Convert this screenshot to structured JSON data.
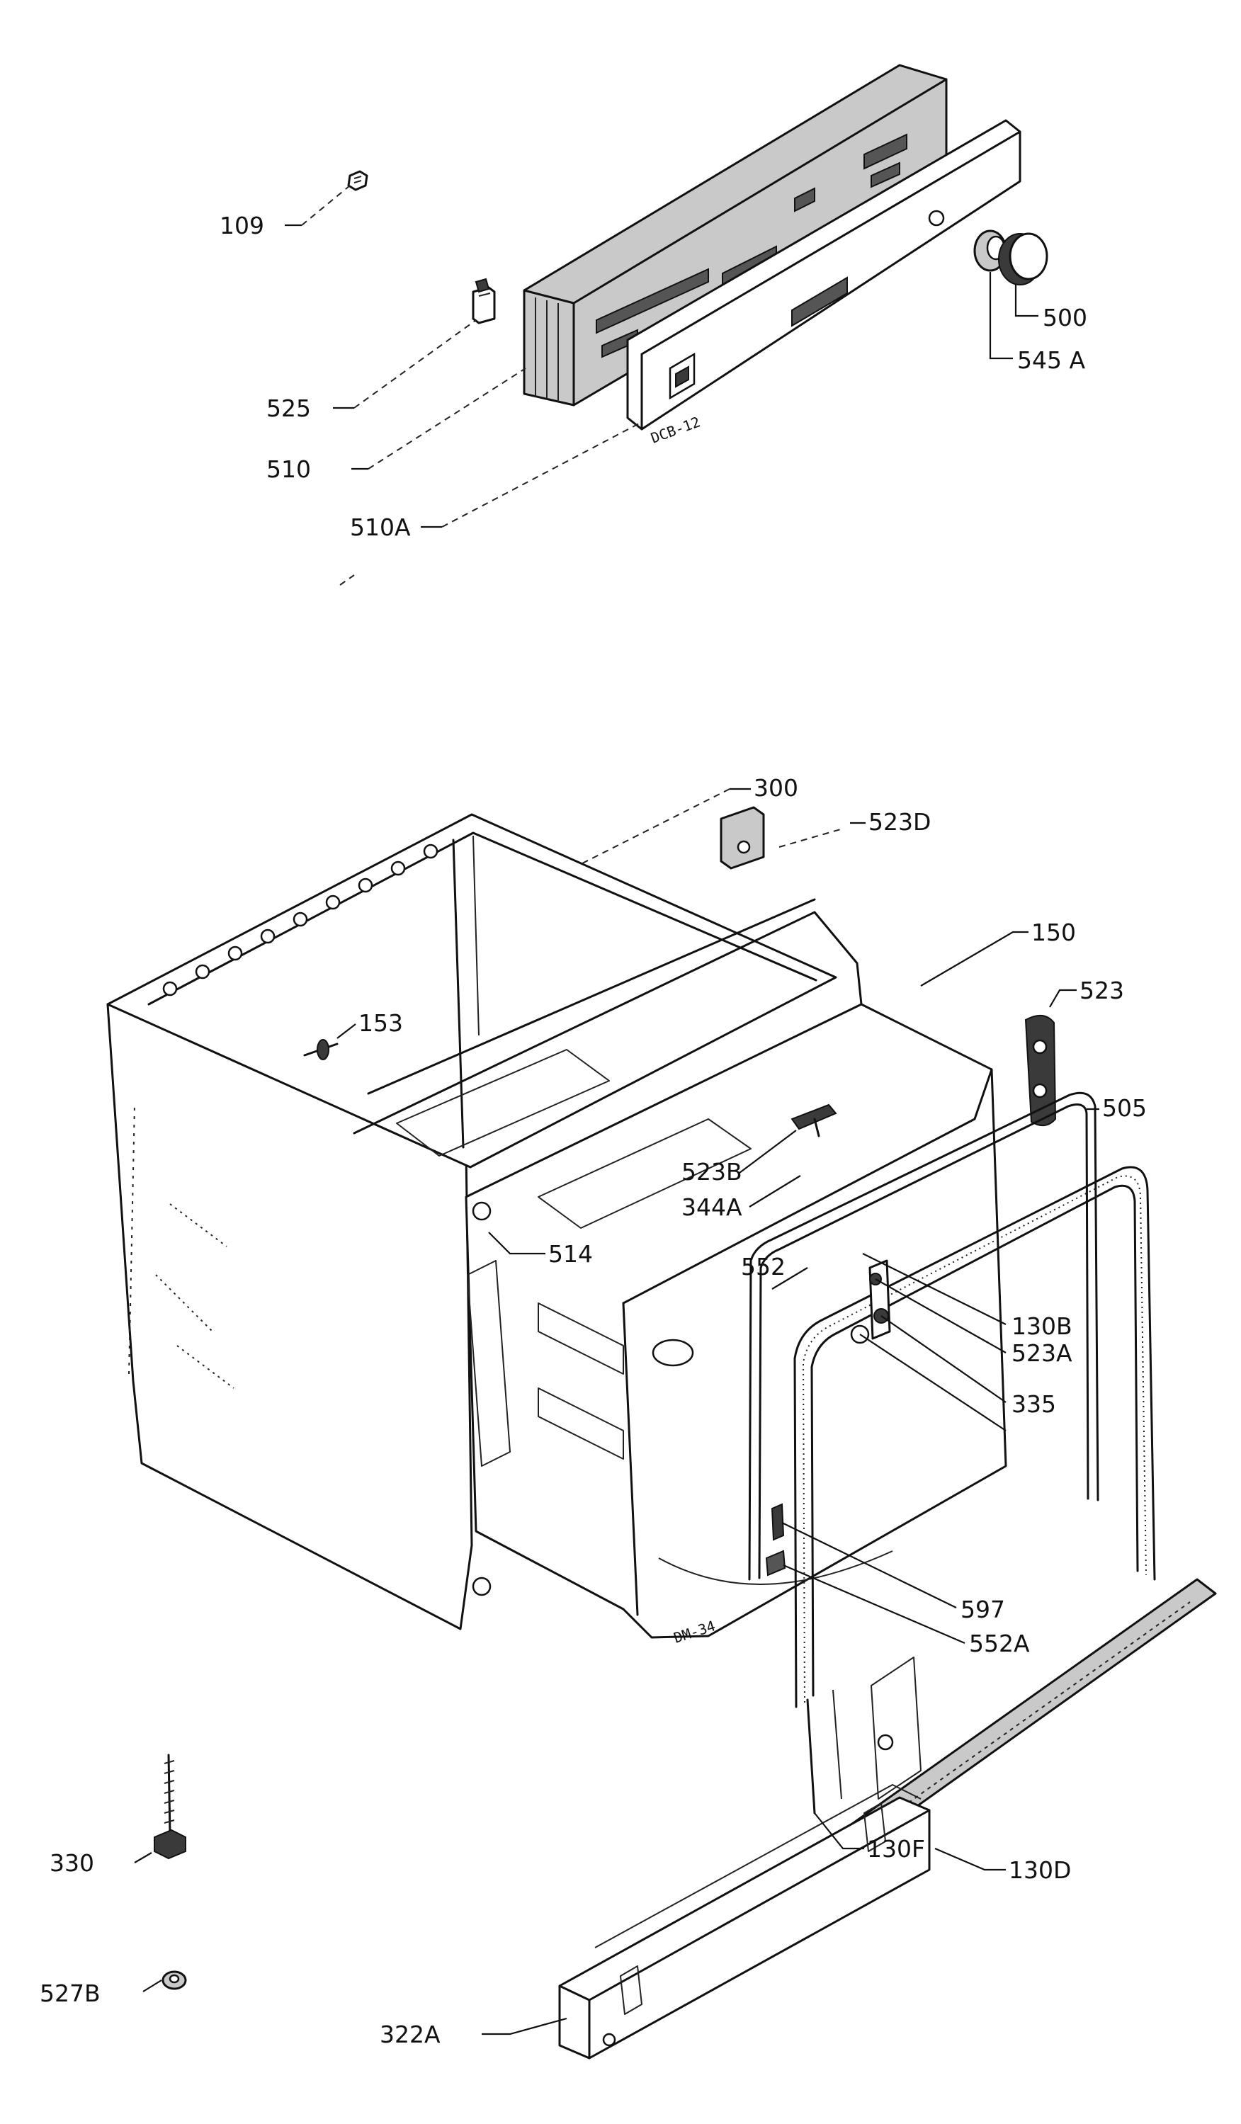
{
  "diagram": {
    "panel_stamp": "DCB-12",
    "tub_stamp": "DM-34",
    "part_labels": [
      {
        "id": "109",
        "text": "109"
      },
      {
        "id": "525",
        "text": "525"
      },
      {
        "id": "510",
        "text": "510"
      },
      {
        "id": "510a",
        "text": "510A"
      },
      {
        "id": "500",
        "text": "500"
      },
      {
        "id": "545a",
        "text": "545 A"
      },
      {
        "id": "300",
        "text": "300"
      },
      {
        "id": "523d",
        "text": "523D"
      },
      {
        "id": "150",
        "text": "150"
      },
      {
        "id": "153",
        "text": "153"
      },
      {
        "id": "523",
        "text": "523"
      },
      {
        "id": "505",
        "text": "505"
      },
      {
        "id": "523b",
        "text": "523B"
      },
      {
        "id": "344a",
        "text": "344A"
      },
      {
        "id": "514",
        "text": "514"
      },
      {
        "id": "552",
        "text": "552"
      },
      {
        "id": "130b",
        "text": "130B"
      },
      {
        "id": "523a",
        "text": "523A"
      },
      {
        "id": "335",
        "text": "335"
      },
      {
        "id": "597",
        "text": "597"
      },
      {
        "id": "552a",
        "text": "552A"
      },
      {
        "id": "130d",
        "text": "130D"
      },
      {
        "id": "130f",
        "text": "130F"
      },
      {
        "id": "330",
        "text": "330"
      },
      {
        "id": "527b",
        "text": "527B"
      },
      {
        "id": "322a",
        "text": "322A"
      }
    ]
  }
}
